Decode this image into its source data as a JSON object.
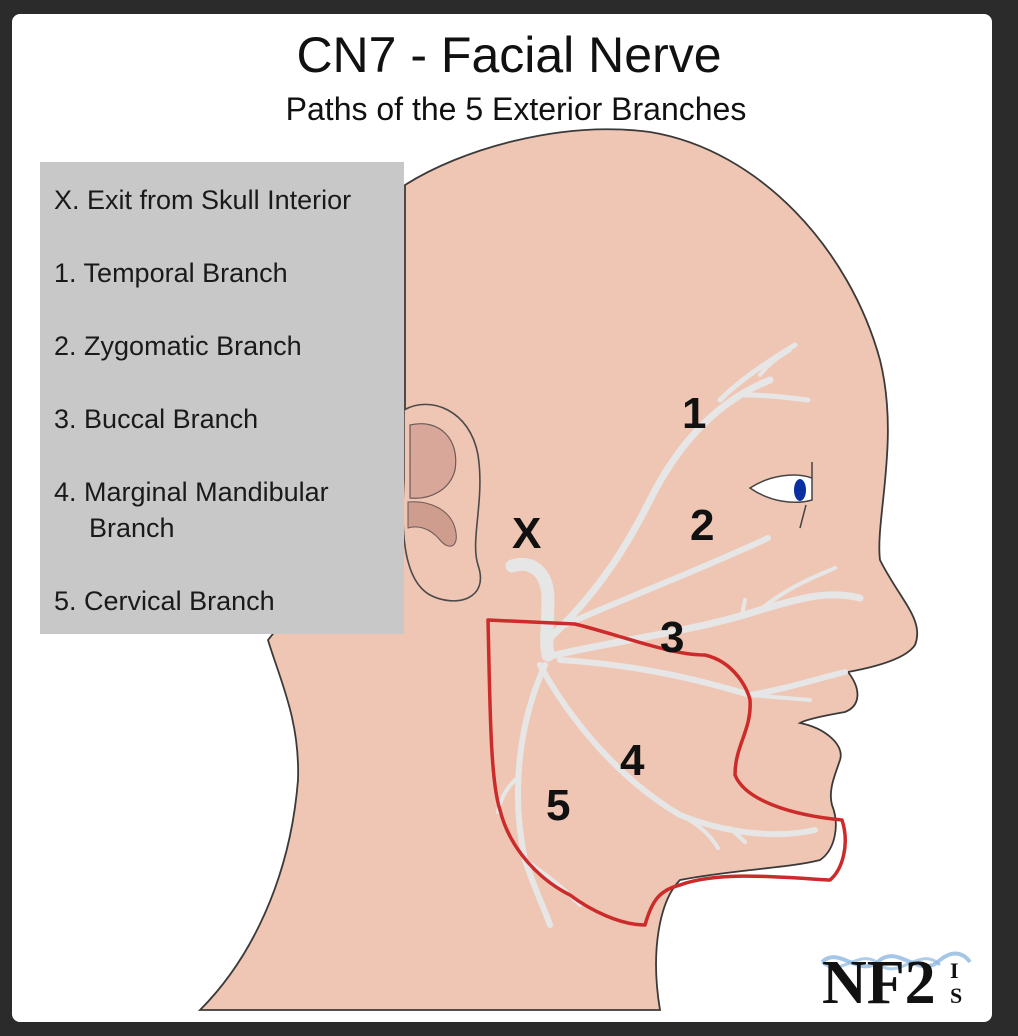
{
  "title": "CN7 - Facial Nerve",
  "subtitle": "Paths of the 5 Exterior Branches",
  "legend": {
    "items": [
      {
        "num": "X.",
        "text": "Exit from Skull Interior"
      },
      {
        "num": "1.",
        "text": "Temporal Branch"
      },
      {
        "num": "2.",
        "text": "Zygomatic Branch"
      },
      {
        "num": "3.",
        "text": "Buccal Branch"
      },
      {
        "num": "4.",
        "text": "Marginal Mandibular",
        "text2": "Branch"
      },
      {
        "num": "5.",
        "text": "Cervical Branch"
      }
    ]
  },
  "markers": {
    "x": "X",
    "b1": "1",
    "b2": "2",
    "b3": "3",
    "b4": "4",
    "b5": "5"
  },
  "logo": {
    "text": "NF2",
    "sup": "I",
    "sub": "S"
  },
  "colors": {
    "skin": "#efc6b3",
    "nerve": "#e6e6e6",
    "outline": "#cc2b2b",
    "legend_bg": "#c8c8c8",
    "eye": "#0a2fa0"
  }
}
